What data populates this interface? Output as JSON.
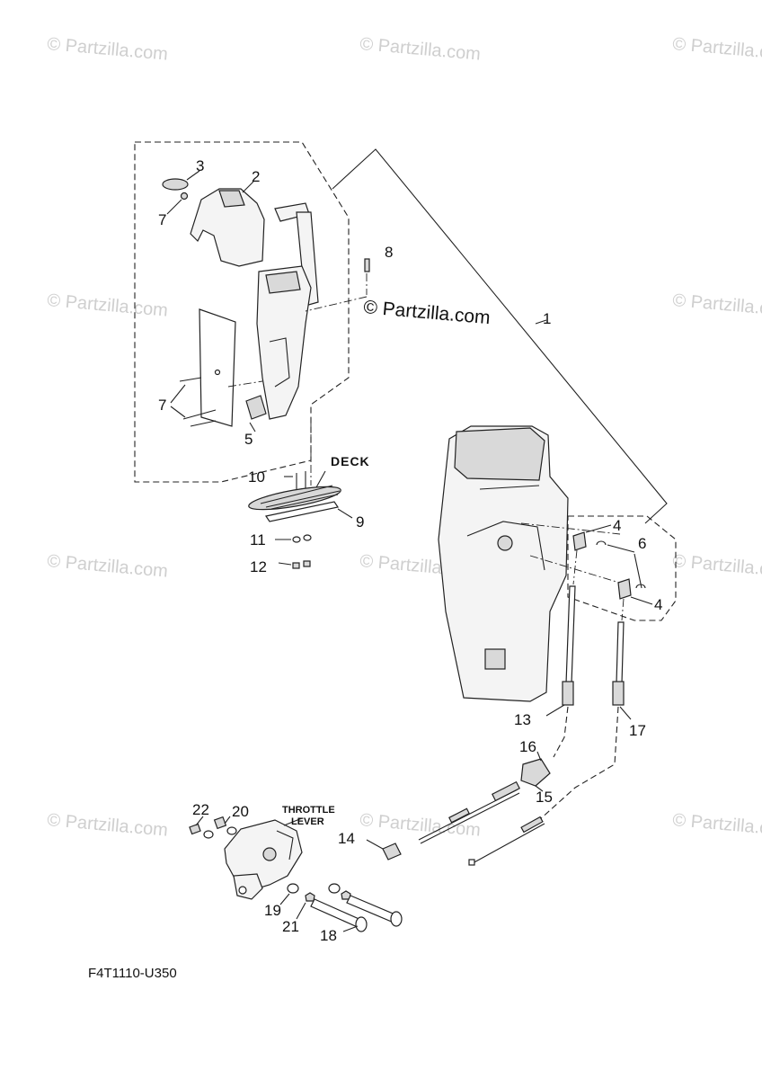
{
  "watermark_text": "© Partzilla.com",
  "main_watermark": "© Partzilla.com",
  "labels": {
    "deck": "DECK",
    "throttle_line1": "THROTTLE",
    "throttle_line2": "LEVER"
  },
  "figure_code": "F4T1110-U350",
  "callouts": [
    "1",
    "2",
    "3",
    "4",
    "4",
    "5",
    "6",
    "7",
    "7",
    "8",
    "9",
    "10",
    "11",
    "12",
    "13",
    "14",
    "15",
    "16",
    "17",
    "18",
    "19",
    "20",
    "21",
    "22"
  ]
}
